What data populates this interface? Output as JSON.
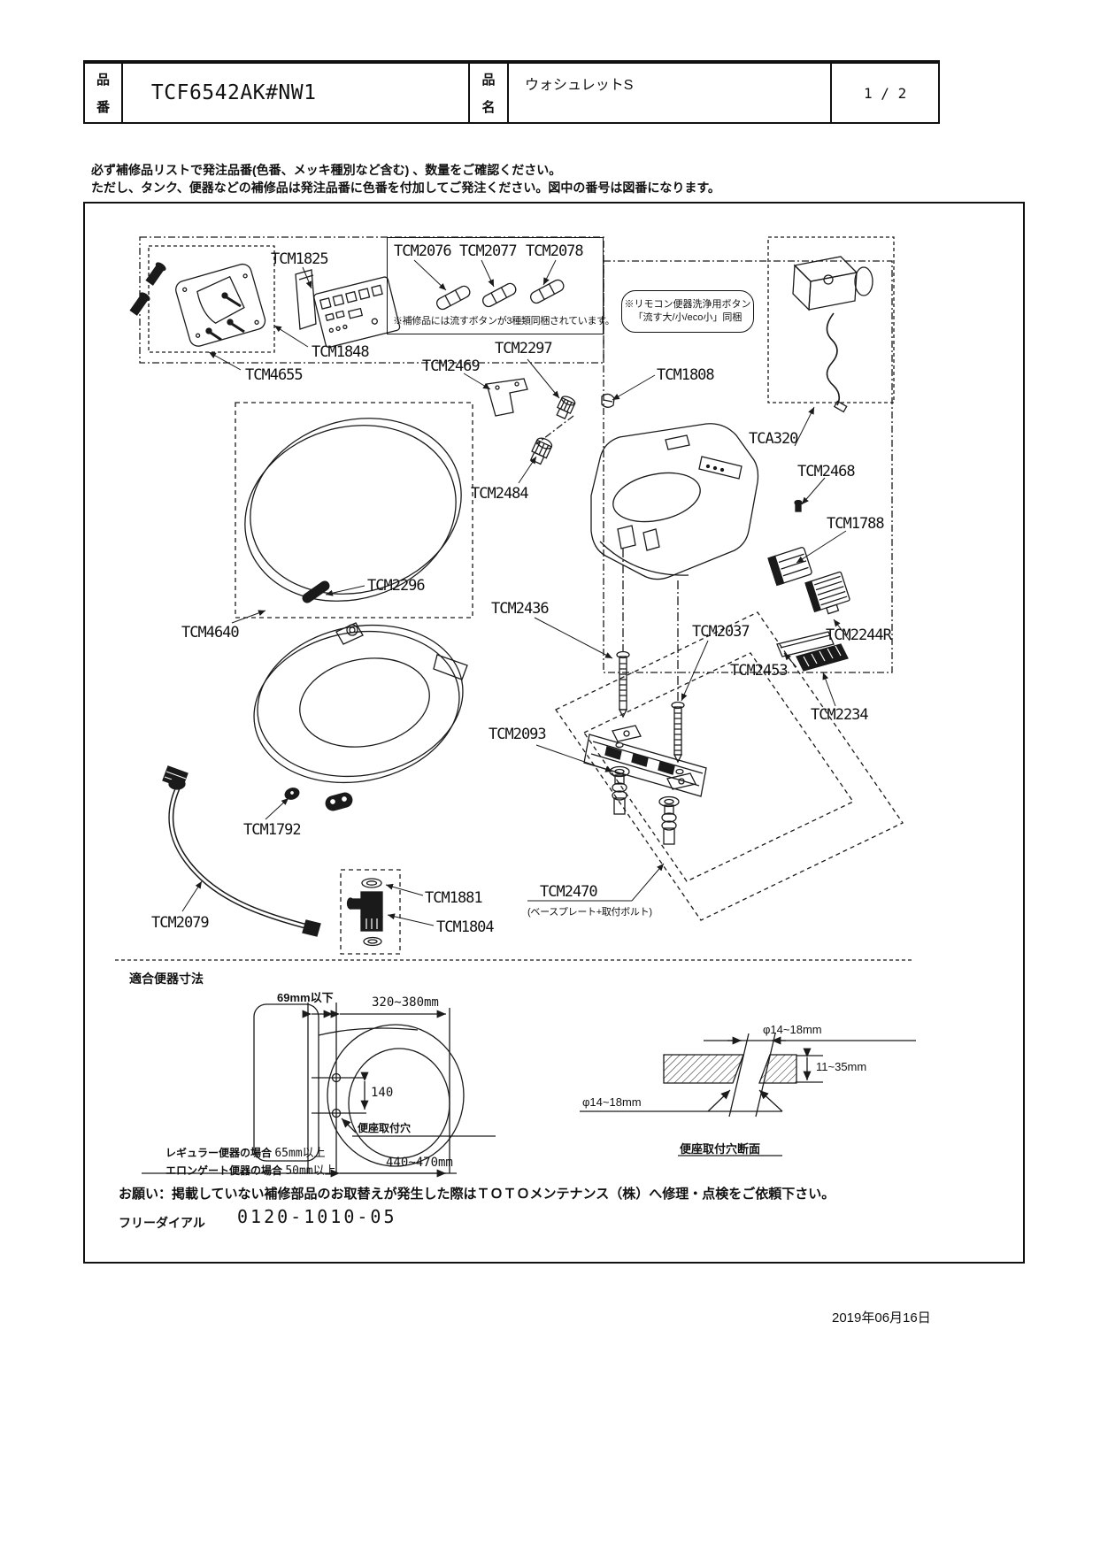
{
  "header": {
    "no_label_chars": [
      "品",
      "番"
    ],
    "part_number": "TCF6542AK#NW1",
    "name_label_chars": [
      "品",
      "名"
    ],
    "product_name": "ウォシュレットS",
    "page": "1 / 2"
  },
  "notice": {
    "line1": "必ず補修品リストで発注品番(色番、メッキ種別など含む) 、数量をご確認ください。",
    "line2": "ただし、タンク、便器などの補修品は発注品番に色番を付加してご発注ください。図中の番号は図番になります。"
  },
  "diagram": {
    "flush_note": "※補修品には流すボタンが3種類同梱されています。",
    "remote_note_line1": "※リモコン便器洗浄用ボタン",
    "remote_note_line2": "「流す大/小/eco小」同梱",
    "tcm2470_sub": "(ベースプレート+取付ボルト)",
    "labels": [
      {
        "id": "TCM1825",
        "text": "TCM1825"
      },
      {
        "id": "TCM2076",
        "text": "TCM2076"
      },
      {
        "id": "TCM2077",
        "text": "TCM2077"
      },
      {
        "id": "TCM2078",
        "text": "TCM2078"
      },
      {
        "id": "TCM1848",
        "text": "TCM1848"
      },
      {
        "id": "TCM4655",
        "text": "TCM4655"
      },
      {
        "id": "TCM2469",
        "text": "TCM2469"
      },
      {
        "id": "TCM2297",
        "text": "TCM2297"
      },
      {
        "id": "TCM1808",
        "text": "TCM1808"
      },
      {
        "id": "TCA320",
        "text": "TCA320"
      },
      {
        "id": "TCM2484",
        "text": "TCM2484"
      },
      {
        "id": "TCM2468",
        "text": "TCM2468"
      },
      {
        "id": "TCM1788",
        "text": "TCM1788"
      },
      {
        "id": "TCM2296",
        "text": "TCM2296"
      },
      {
        "id": "TCM4640",
        "text": "TCM4640"
      },
      {
        "id": "TCM2436",
        "text": "TCM2436"
      },
      {
        "id": "TCM2037",
        "text": "TCM2037"
      },
      {
        "id": "TCM2244R",
        "text": "TCM2244R"
      },
      {
        "id": "TCM2453",
        "text": "TCM2453"
      },
      {
        "id": "TCM2234",
        "text": "TCM2234"
      },
      {
        "id": "TCM2093",
        "text": "TCM2093"
      },
      {
        "id": "TCM1792",
        "text": "TCM1792"
      },
      {
        "id": "TCM2079",
        "text": "TCM2079"
      },
      {
        "id": "TCM1881",
        "text": "TCM1881"
      },
      {
        "id": "TCM1804",
        "text": "TCM1804"
      },
      {
        "id": "TCM2470",
        "text": "TCM2470"
      }
    ]
  },
  "dimensions": {
    "title": "適合便器寸法",
    "top_clearance": "69mm以下",
    "width_range": "320~380mm",
    "hole_pitch": "140",
    "hole_label": "便座取付穴",
    "regular_label": "レギュラー便器の場合",
    "regular_value": "65mm以上",
    "elongated_label": "エロンゲート便器の場合",
    "elongated_value": "50mm以上",
    "depth_range": "440~470mm",
    "hole_dia_top": "φ14~18mm",
    "thickness": "11~35mm",
    "hole_dia_bottom": "φ14~18mm",
    "section_label": "便座取付穴断面"
  },
  "footer": {
    "request": "お願い：掲載していない補修部品のお取替えが発生した際はＴＯＴＯメンテナンス（株）へ修理・点検をご依頼下さい。",
    "free_dial_label": "フリーダイアル",
    "free_dial_number": "0120-1010-05"
  },
  "date": "2019年06月16日",
  "colors": {
    "line": "#1a1a1a",
    "background": "#ffffff"
  }
}
